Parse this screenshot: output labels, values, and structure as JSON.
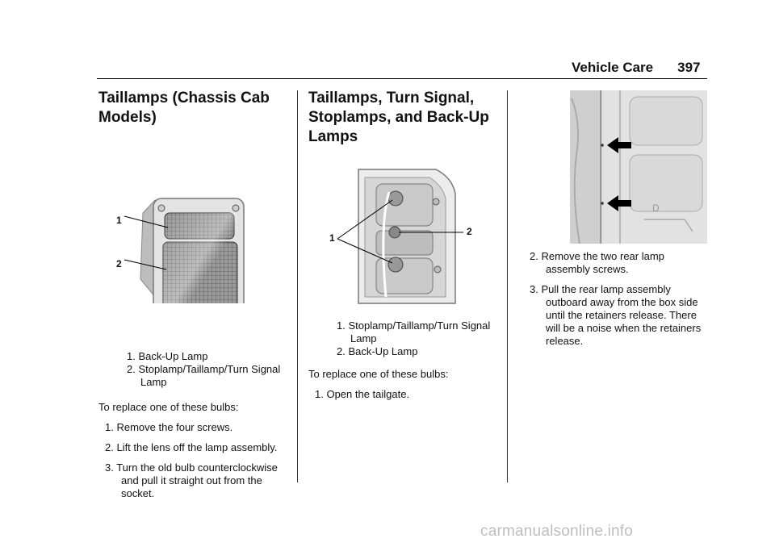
{
  "header": {
    "section": "Vehicle Care",
    "page": "397"
  },
  "col1": {
    "title": "Taillamps (Chassis Cab Models)",
    "callouts": [
      "1",
      "2"
    ],
    "caption": [
      "1. Back-Up Lamp",
      "2. Stoplamp/Taillamp/Turn Signal Lamp"
    ],
    "intro": "To replace one of these bulbs:",
    "steps": [
      "1. Remove the four screws.",
      "2. Lift the lens off the lamp assembly.",
      "3. Turn the old bulb counterclockwise and pull it straight out from the socket."
    ]
  },
  "col2": {
    "title": "Taillamps, Turn Signal, Stoplamps, and Back-Up Lamps",
    "callouts": [
      "1",
      "2"
    ],
    "caption": [
      "1. Stoplamp/Taillamp/Turn Signal Lamp",
      "2. Back-Up Lamp"
    ],
    "intro": "To replace one of these bulbs:",
    "steps": [
      "1. Open the tailgate."
    ]
  },
  "col3": {
    "steps": [
      "2. Remove the two rear lamp assembly screws.",
      "3. Pull the rear lamp assembly outboard away from the box side until the retainers release. There will be a noise when the retainers release."
    ]
  },
  "watermark": "carmanualsonline.info"
}
